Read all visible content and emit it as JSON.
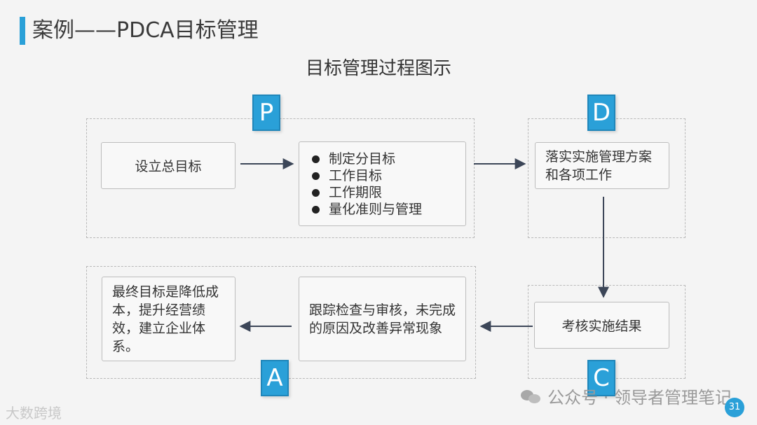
{
  "header": {
    "title": "案例——PDCA目标管理",
    "subtitle": "目标管理过程图示"
  },
  "phases": {
    "p": "P",
    "d": "D",
    "c": "C",
    "a": "A"
  },
  "nodes": {
    "set_goal": "设立总目标",
    "sub_goals": [
      "制定分目标",
      "工作目标",
      "工作期限",
      "量化准则与管理"
    ],
    "implement": "落实实施管理方案和各项工作",
    "assess": "考核实施结果",
    "track": "跟踪检查与审核，未完成的原因及改善异常现象",
    "final_goal": "最终目标是降低成本，提升经营绩效，建立企业体系。"
  },
  "footer": {
    "watermark": "公众号 · 领导者管理笔记",
    "brand": "大数跨境",
    "page_number": "31"
  },
  "colors": {
    "accent": "#2aa0d8",
    "arrow": "#3c4658"
  }
}
